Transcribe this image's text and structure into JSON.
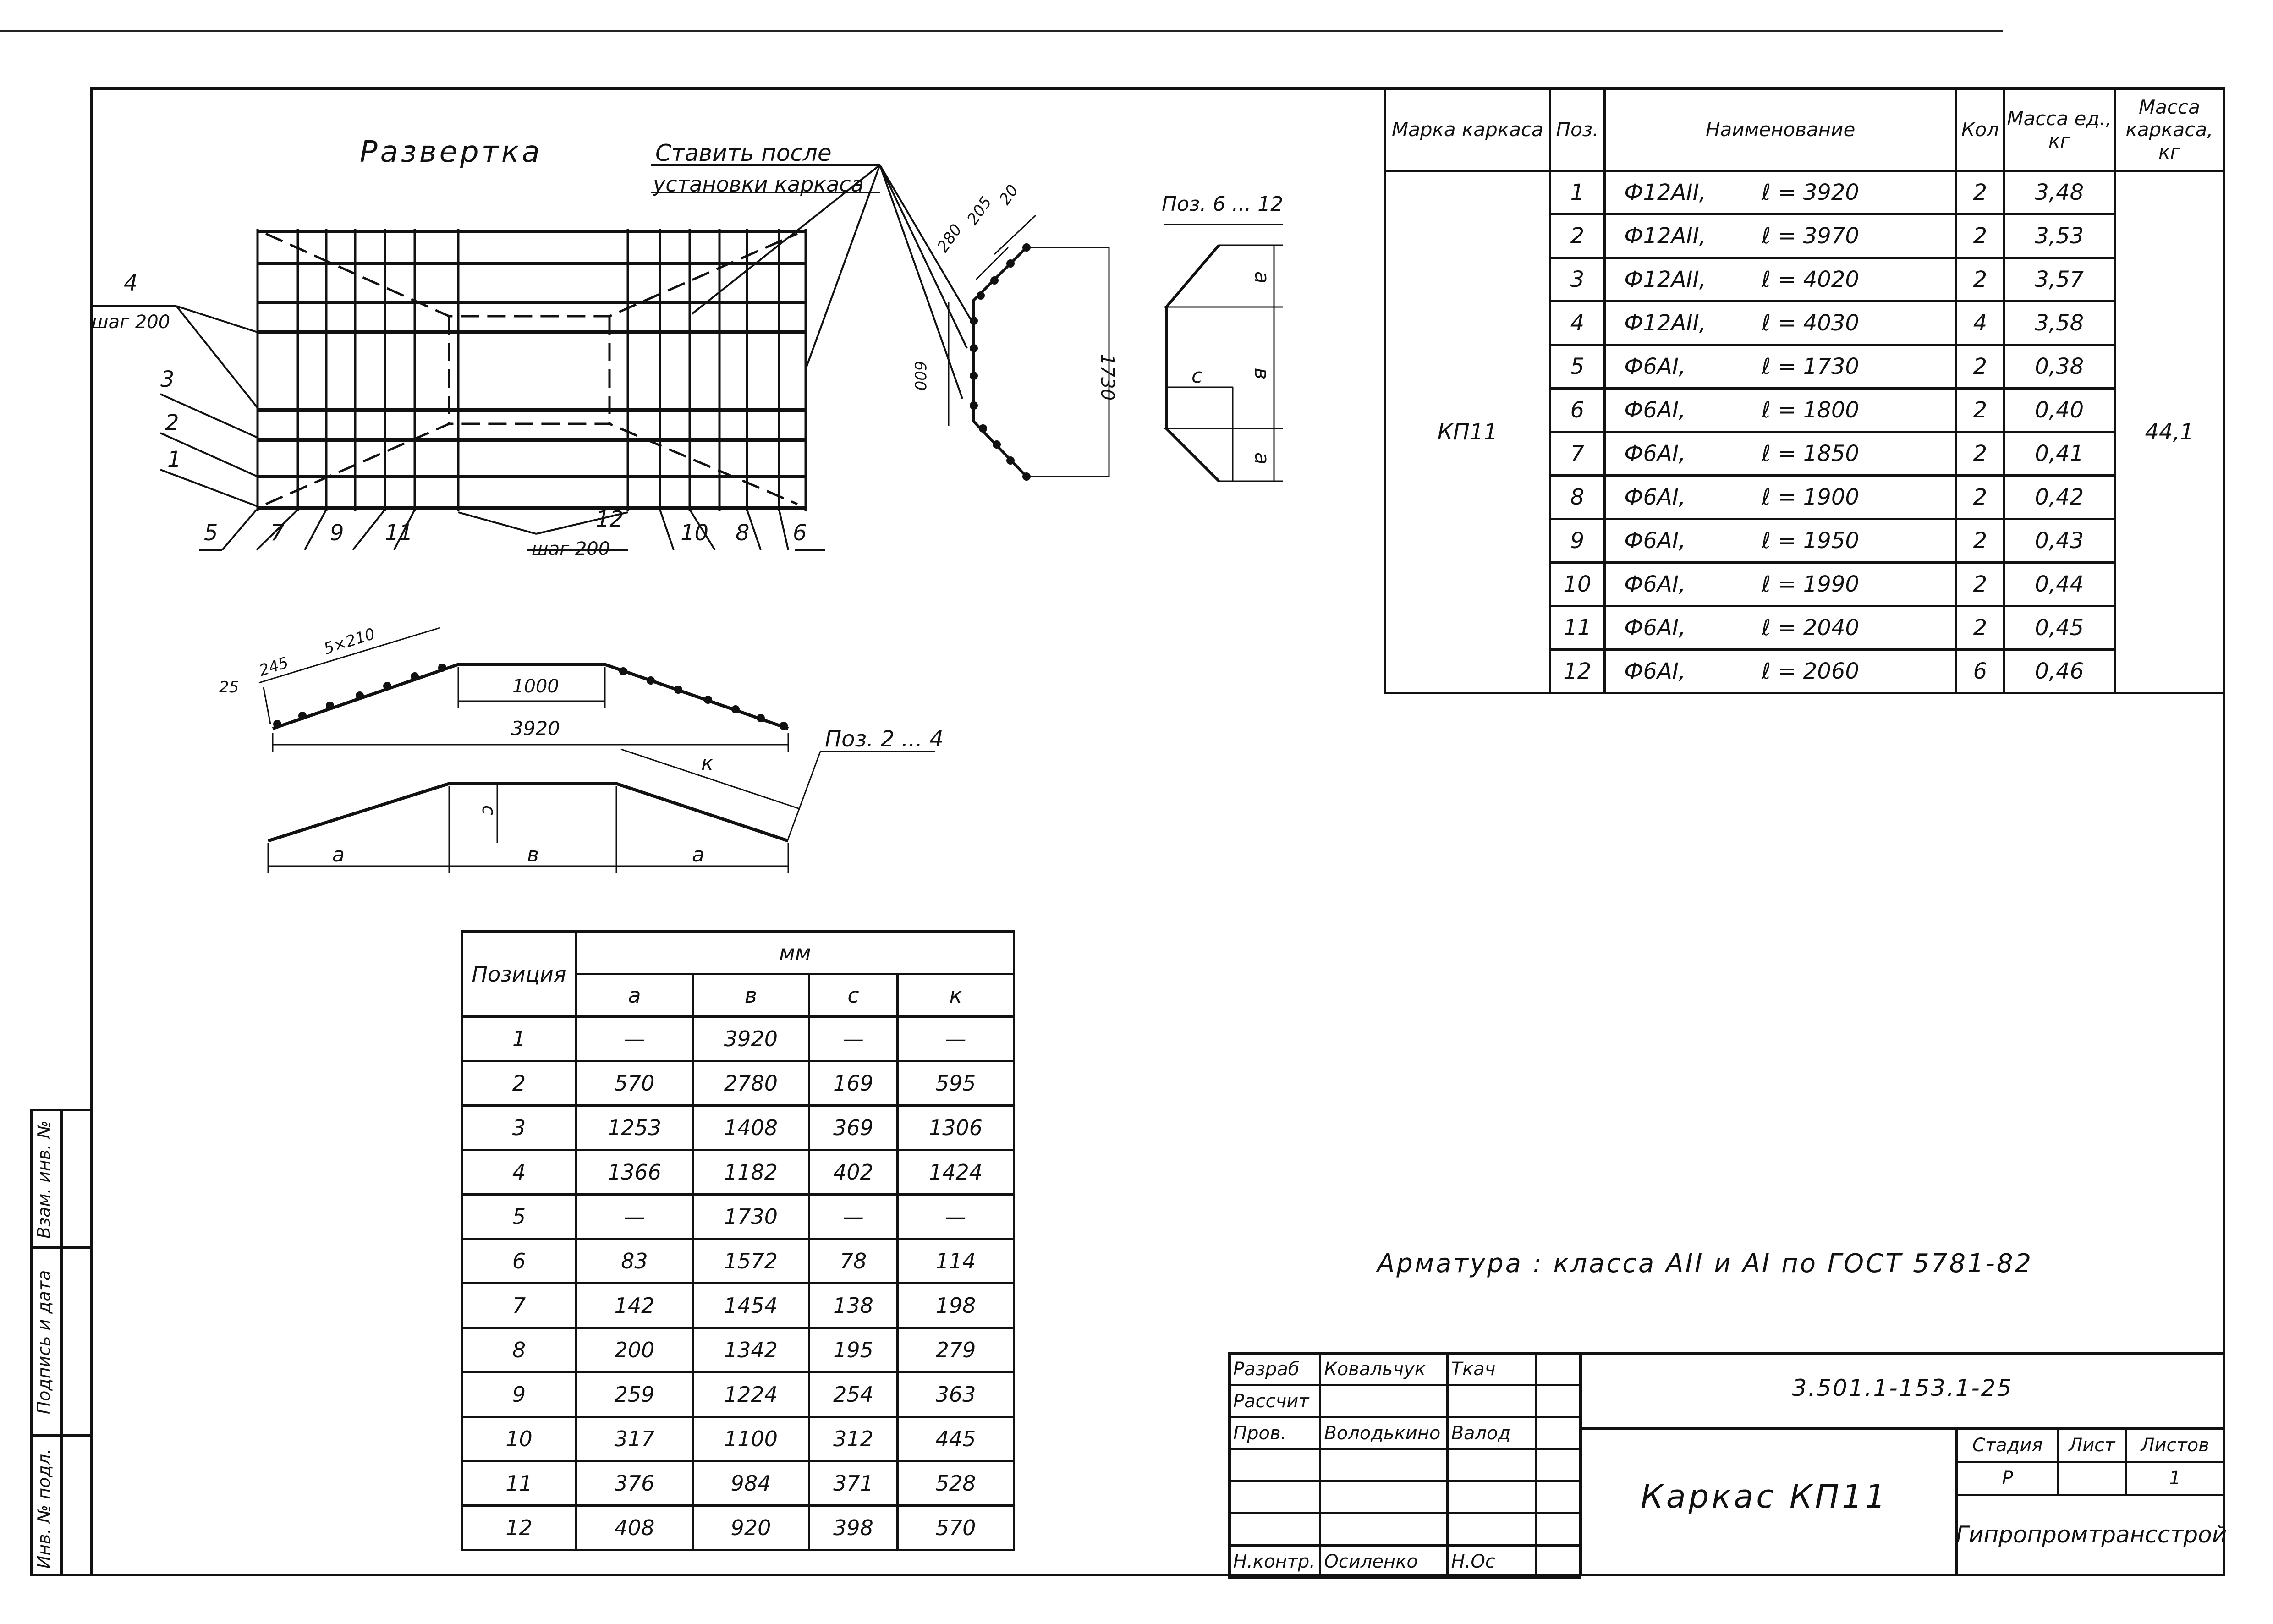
{
  "drawing": {
    "unfold_title": "Развертка",
    "install_note_line1": "Ставить после",
    "install_note_line2": "установки каркаса",
    "step_label_left": "шаг 200",
    "step_label_bottom": "шаг 200",
    "left_callouts": [
      "4",
      "3",
      "2",
      "1"
    ],
    "bottom_callouts": [
      "5",
      "7",
      "9",
      "11",
      "12",
      "10",
      "8",
      "6"
    ],
    "section_dims": [
      "280",
      "205",
      "20",
      "600",
      "1730"
    ],
    "pos_6_12_title": "Поз. 6 ... 12",
    "pos_6_12_dims": [
      "а",
      "в",
      "с",
      "а"
    ],
    "profile_dims": [
      "25",
      "245",
      "5×210",
      "1000",
      "3920"
    ],
    "pos_2_4_title": "Поз. 2 ... 4",
    "pos_2_4_dims": [
      "к",
      "с",
      "а",
      "в",
      "а"
    ]
  },
  "dims_table": {
    "col_position": "Позиция",
    "group_header": "мм",
    "cols": [
      "а",
      "в",
      "с",
      "к"
    ],
    "rows": [
      [
        "1",
        "—",
        "3920",
        "—",
        "—"
      ],
      [
        "2",
        "570",
        "2780",
        "169",
        "595"
      ],
      [
        "3",
        "1253",
        "1408",
        "369",
        "1306"
      ],
      [
        "4",
        "1366",
        "1182",
        "402",
        "1424"
      ],
      [
        "5",
        "—",
        "1730",
        "—",
        "—"
      ],
      [
        "6",
        "83",
        "1572",
        "78",
        "114"
      ],
      [
        "7",
        "142",
        "1454",
        "138",
        "198"
      ],
      [
        "8",
        "200",
        "1342",
        "195",
        "279"
      ],
      [
        "9",
        "259",
        "1224",
        "254",
        "363"
      ],
      [
        "10",
        "317",
        "1100",
        "312",
        "445"
      ],
      [
        "11",
        "376",
        "984",
        "371",
        "528"
      ],
      [
        "12",
        "408",
        "920",
        "398",
        "570"
      ]
    ]
  },
  "spec_table": {
    "headers": [
      "Марка каркаса",
      "Поз.",
      "Наименование",
      "Кол",
      "Масса ед., кг",
      "Масса каркаса, кг"
    ],
    "mark": "КП11",
    "total_mass": "44,1",
    "rows": [
      [
        "1",
        "Ф12АII,",
        "ℓ = 3920",
        "2",
        "3,48"
      ],
      [
        "2",
        "Ф12АII,",
        "ℓ = 3970",
        "2",
        "3,53"
      ],
      [
        "3",
        "Ф12АII,",
        "ℓ = 4020",
        "2",
        "3,57"
      ],
      [
        "4",
        "Ф12АII,",
        "ℓ = 4030",
        "4",
        "3,58"
      ],
      [
        "5",
        "Ф6АI,",
        "ℓ = 1730",
        "2",
        "0,38"
      ],
      [
        "6",
        "Ф6АI,",
        "ℓ = 1800",
        "2",
        "0,40"
      ],
      [
        "7",
        "Ф6АI,",
        "ℓ = 1850",
        "2",
        "0,41"
      ],
      [
        "8",
        "Ф6АI,",
        "ℓ = 1900",
        "2",
        "0,42"
      ],
      [
        "9",
        "Ф6АI,",
        "ℓ = 1950",
        "2",
        "0,43"
      ],
      [
        "10",
        "Ф6АI,",
        "ℓ = 1990",
        "2",
        "0,44"
      ],
      [
        "11",
        "Ф6АI,",
        "ℓ = 2040",
        "2",
        "0,45"
      ],
      [
        "12",
        "Ф6АI,",
        "ℓ = 2060",
        "6",
        "0,46"
      ]
    ]
  },
  "note": "Арматура : класса АII и АI по ГОСТ 5781-82",
  "title_block": {
    "doc_code": "3.501.1-153.1-25",
    "title": "Каркас КП11",
    "organization": "Гипропромтрансстрой",
    "stage_label": "Стадия",
    "sheet_label": "Лист",
    "sheets_label": "Листов",
    "stage_value": "Р",
    "sheets_value": "1",
    "roles": [
      {
        "role": "Разраб",
        "name": "Ковальчук",
        "sign": "Ткач"
      },
      {
        "role": "Рассчит",
        "name": "",
        "sign": ""
      },
      {
        "role": "Пров.",
        "name": "Володькино",
        "sign": "Валод"
      },
      {
        "role": "",
        "name": "",
        "sign": ""
      },
      {
        "role": "",
        "name": "",
        "sign": ""
      },
      {
        "role": "",
        "name": "",
        "sign": ""
      },
      {
        "role": "Н.контр.",
        "name": "Осиленко",
        "sign": "Н.Ос"
      }
    ]
  },
  "side_stamp": {
    "inv_orig": "Инв. № подл.",
    "sign_date": "Подпись и дата",
    "inv_repl": "Взам. инв. №"
  }
}
